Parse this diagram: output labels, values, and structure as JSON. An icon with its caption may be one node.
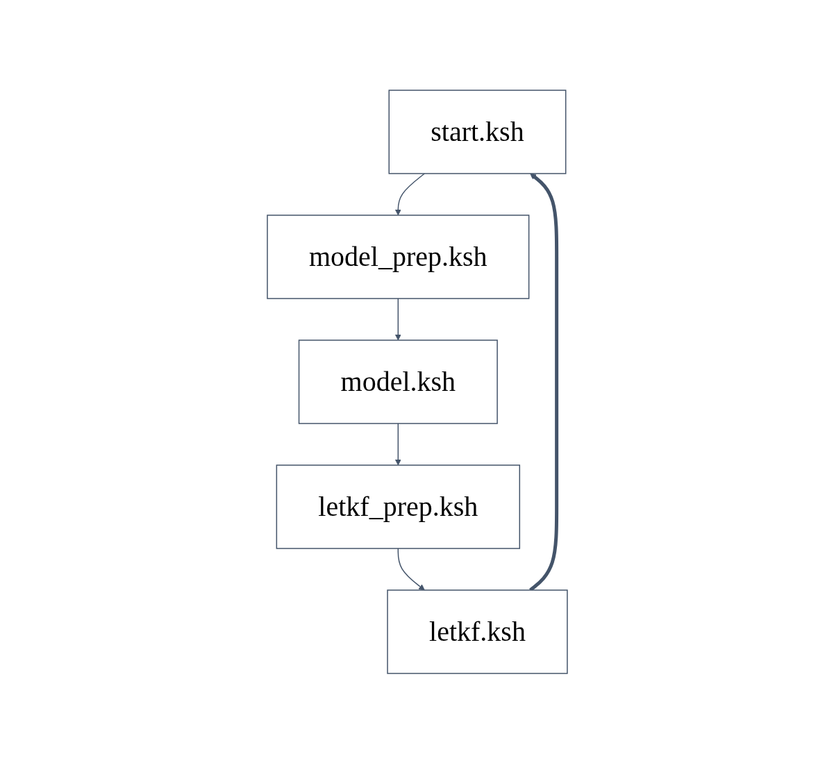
{
  "diagram": {
    "nodes": [
      {
        "text": [
          "start.ksh"
        ]
      },
      {
        "text": [
          "model_prep.ksh"
        ]
      },
      {
        "text": [
          "model.ksh"
        ]
      },
      {
        "text": [
          "letkf_prep.ksh"
        ]
      },
      {
        "text": [
          "letkf.ksh"
        ]
      }
    ],
    "edges": [
      {
        "from": 0,
        "to": 1,
        "arrow": "to"
      },
      {
        "from": 1,
        "to": 2,
        "arrow": "to"
      },
      {
        "from": 2,
        "to": 3,
        "arrow": "to"
      },
      {
        "from": 3,
        "to": 4,
        "arrow": "to"
      },
      {
        "from": 4,
        "to": 0,
        "arrow": "to",
        "style": "thick"
      }
    ]
  }
}
